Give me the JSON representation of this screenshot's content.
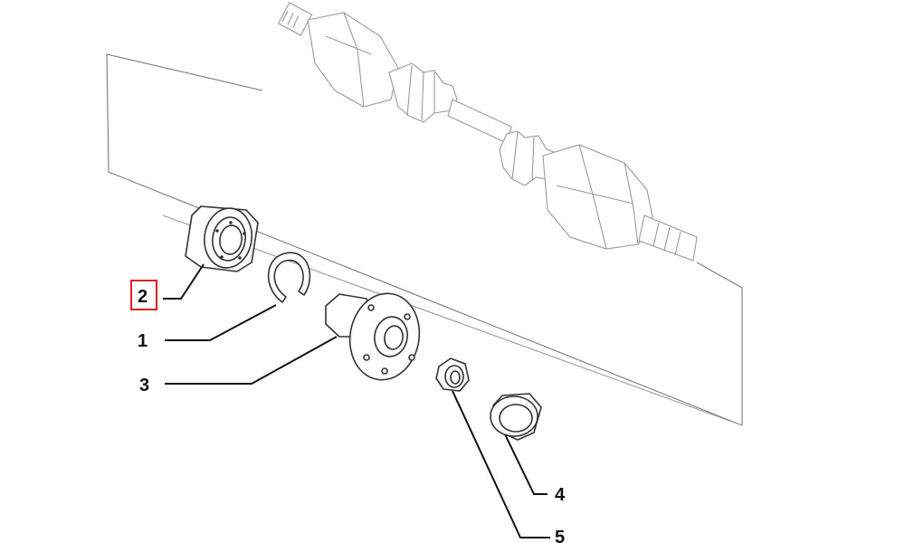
{
  "diagram": {
    "highlight_color": "#e02020",
    "callouts": [
      {
        "id": "callout-1",
        "label": "1"
      },
      {
        "id": "callout-2",
        "label": "2",
        "highlighted": true
      },
      {
        "id": "callout-3",
        "label": "3"
      },
      {
        "id": "callout-4",
        "label": "4"
      },
      {
        "id": "callout-5",
        "label": "5"
      }
    ]
  }
}
